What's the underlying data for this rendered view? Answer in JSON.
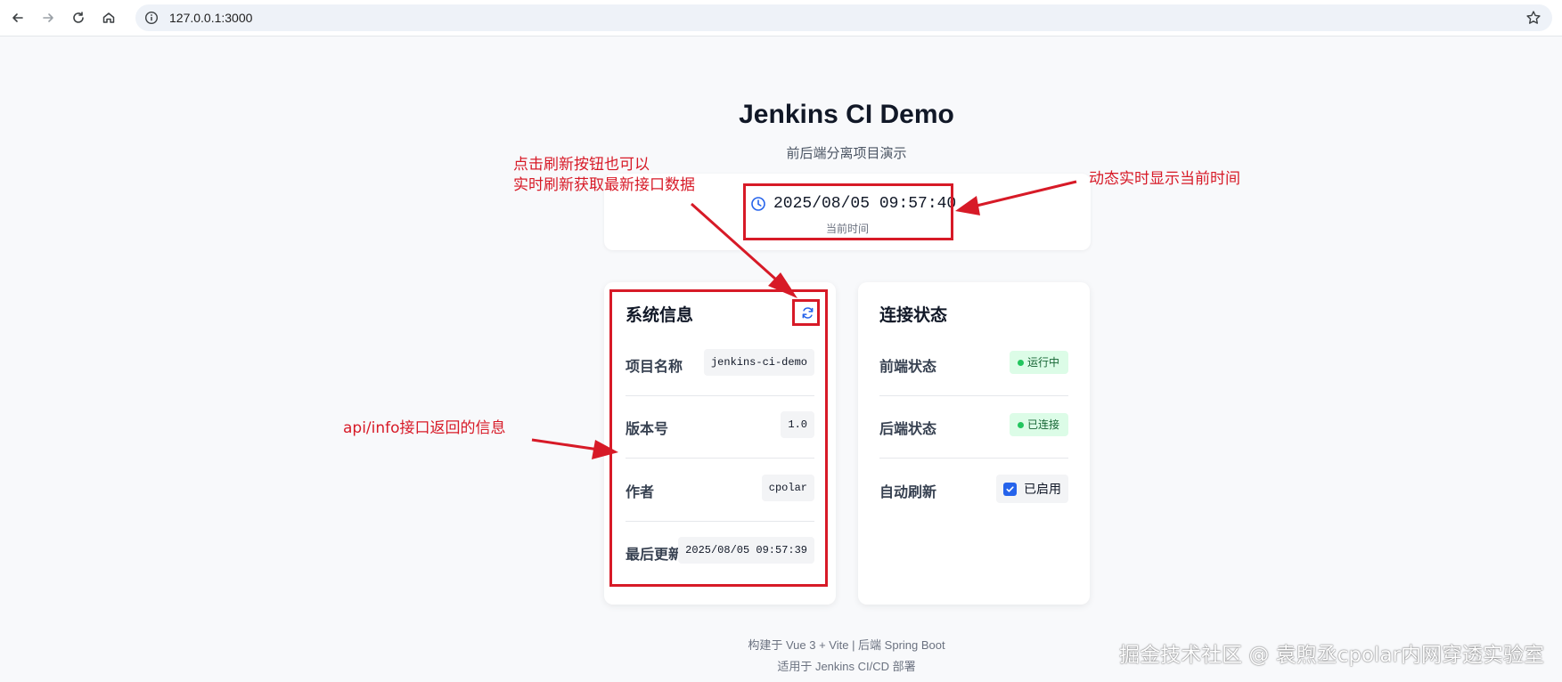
{
  "browser": {
    "url": "127.0.0.1:3000",
    "icons": [
      "back-icon",
      "forward-icon",
      "reload-icon",
      "home-icon",
      "info-icon",
      "star-icon"
    ]
  },
  "page": {
    "title": "Jenkins CI Demo",
    "subtitle": "前后端分离项目演示"
  },
  "clock": {
    "time": "2025/08/05 09:57:40",
    "label": "当前时间"
  },
  "system_info": {
    "title": "系统信息",
    "rows": [
      {
        "label": "项目名称",
        "value": "jenkins-ci-demo"
      },
      {
        "label": "版本号",
        "value": "1.0"
      },
      {
        "label": "作者",
        "value": "cpolar"
      },
      {
        "label": "最后更新",
        "value": "2025/08/05 09:57:39"
      }
    ]
  },
  "connection": {
    "title": "连接状态",
    "frontend_label": "前端状态",
    "frontend_status": "运行中",
    "backend_label": "后端状态",
    "backend_status": "已连接",
    "auto_refresh_label": "自动刷新",
    "auto_refresh_value": "已启用"
  },
  "footer": {
    "line1": "构建于 Vue 3 + Vite | 后端 Spring Boot",
    "line2": "适用于 Jenkins CI/CD 部署"
  },
  "annotations": {
    "refresh_note_1": "点击刷新按钮也可以",
    "refresh_note_2": "实时刷新获取最新接口数据",
    "time_note": "动态实时显示当前时间",
    "api_note": "api/info接口返回的信息",
    "color": "#d71a27"
  },
  "watermark": "掘金技术社区 @ 袁煦丞cpolar内网穿透实验室",
  "colors": {
    "accent": "#2563eb",
    "success_bg": "#dcfce7",
    "success_text": "#166534"
  }
}
